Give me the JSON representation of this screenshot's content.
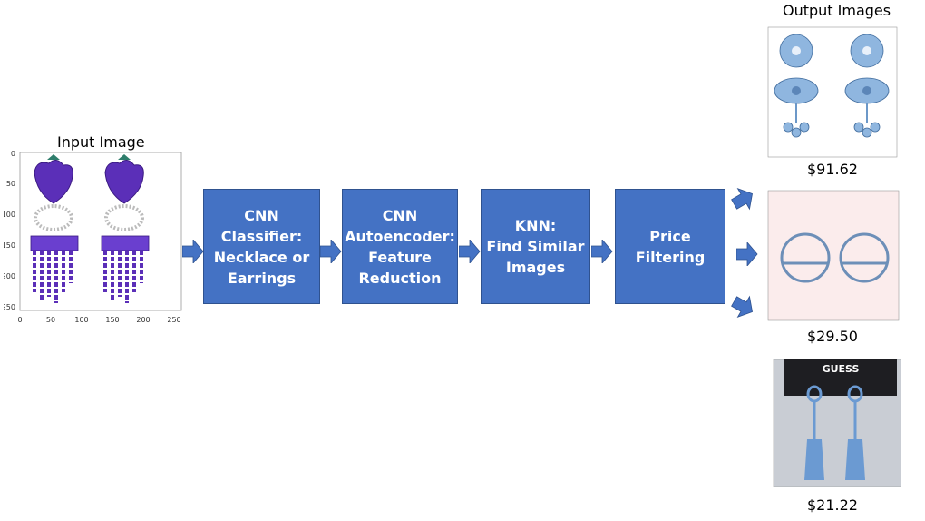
{
  "input": {
    "title": "Input Image",
    "y_ticks": [
      "0",
      "50",
      "100",
      "150",
      "200",
      "250"
    ],
    "x_ticks": [
      "0",
      "50",
      "100",
      "150",
      "200",
      "250"
    ]
  },
  "steps": [
    {
      "label": "CNN\nClassifier:\nNecklace or\nEarrings"
    },
    {
      "label": "CNN\nAutoencoder:\nFeature\nReduction"
    },
    {
      "label": "KNN:\nFind Similar\nImages"
    },
    {
      "label": "Price\nFiltering"
    }
  ],
  "output": {
    "title": "Output Images",
    "items": [
      {
        "price": "$91.62"
      },
      {
        "price": "$29.50"
      },
      {
        "price": "$21.22",
        "brand_text": "GUESS"
      }
    ]
  },
  "colors": {
    "box_fill": "#4472c4",
    "arrow_fill": "#4472c4",
    "purple_gem": "#5b2fb8",
    "blue_gem": "#7fa9d6"
  }
}
